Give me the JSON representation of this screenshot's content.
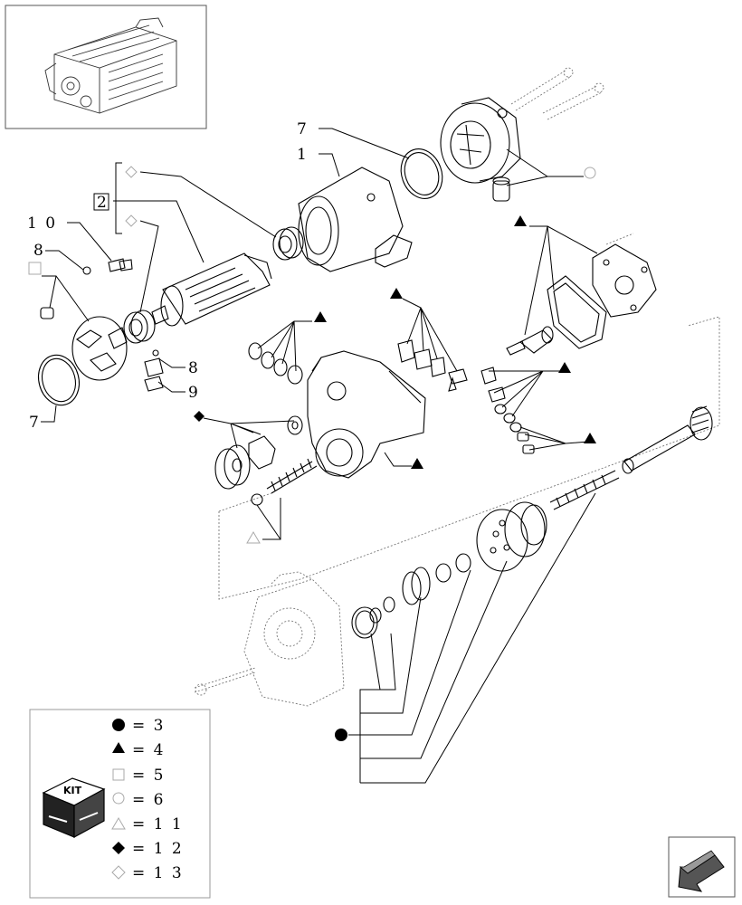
{
  "callouts": {
    "c7_top": "7",
    "c1": "1",
    "c2": "2",
    "c10": "1 0",
    "c8_left": "8",
    "c8_right": "8",
    "c9": "9",
    "c7_left": "7"
  },
  "legend": {
    "kit_label": "KIT",
    "items": [
      {
        "symbol": "circle-filled",
        "text": "= 3"
      },
      {
        "symbol": "triangle-filled",
        "text": "= 4"
      },
      {
        "symbol": "square-open",
        "text": "= 5"
      },
      {
        "symbol": "circle-open",
        "text": "= 6"
      },
      {
        "symbol": "triangle-open",
        "text": "= 1 1"
      },
      {
        "symbol": "diamond-filled",
        "text": "= 1 2"
      },
      {
        "symbol": "diamond-open",
        "text": "= 1 3"
      }
    ]
  },
  "icons": {
    "thumbnail": "engine-thumbnail-icon",
    "kit": "kit-box-icon",
    "nav": "previous-page-arrow-icon"
  }
}
